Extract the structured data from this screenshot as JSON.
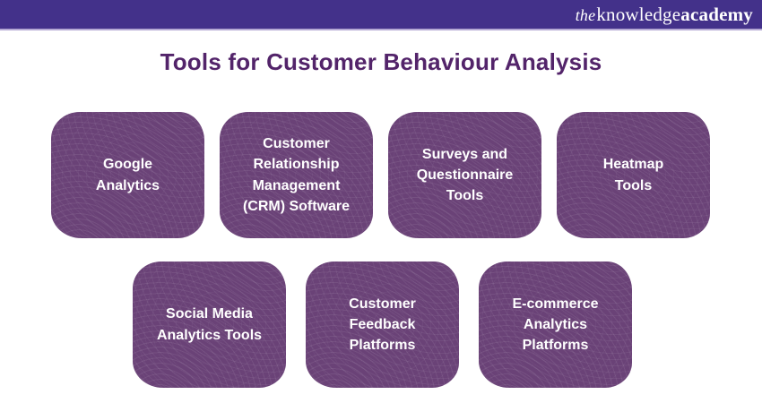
{
  "header": {
    "logo": {
      "the": "the",
      "knowledge": "knowledge",
      "academy": "academy"
    }
  },
  "title": "Tools for Customer Behaviour Analysis",
  "cards": [
    {
      "label": "Google\nAnalytics"
    },
    {
      "label": "Customer\nRelationship\nManagement\n(CRM) Software"
    },
    {
      "label": "Surveys and\nQuestionnaire\nTools"
    },
    {
      "label": "Heatmap\nTools"
    },
    {
      "label": "Social Media\nAnalytics Tools"
    },
    {
      "label": "Customer\nFeedback\nPlatforms"
    },
    {
      "label": "E-commerce\nAnalytics\nPlatforms"
    }
  ],
  "colors": {
    "header_bg": "#43318a",
    "header_underline": "#b5a9d4",
    "title_text": "#53246a",
    "card_bg": "#6a4277",
    "card_text": "#ffffff",
    "page_bg": "#ffffff"
  }
}
